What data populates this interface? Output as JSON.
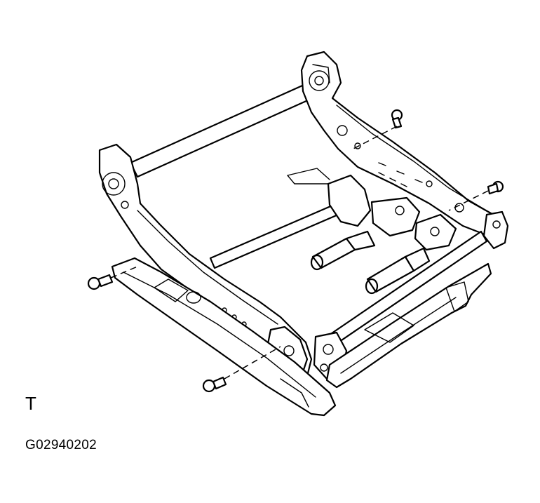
{
  "diagram": {
    "view_letter": "T",
    "figure_code": "G02940202",
    "line_color": "#000000",
    "background": "#ffffff",
    "parts": [
      {
        "name": "seat-frame-assembly"
      },
      {
        "name": "front-cross-tube"
      },
      {
        "name": "rear-cross-tube"
      },
      {
        "name": "seat-adjuster-rail-left"
      },
      {
        "name": "seat-adjuster-rail-right"
      },
      {
        "name": "power-seat-motor-front"
      },
      {
        "name": "power-seat-motor-rear"
      },
      {
        "name": "mounting-bolt",
        "count": 4
      }
    ]
  }
}
